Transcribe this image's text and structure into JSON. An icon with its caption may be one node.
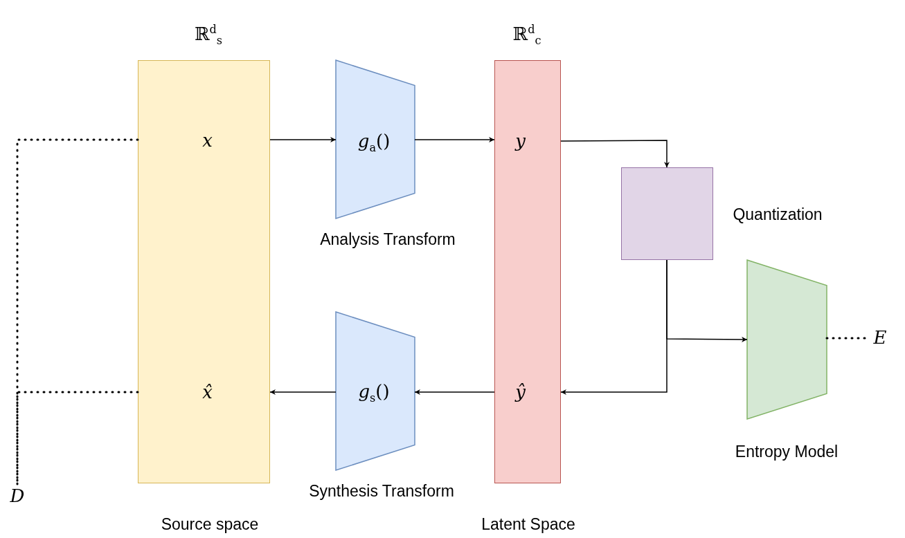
{
  "diagram": {
    "nodes": [
      {
        "text": [
          "ℝ$^{d}$$_{s}$",
          "Source space"
        ]
      },
      {
        "text": [
          "*x*"
        ],
        "in": 0
      },
      {
        "text": [
          "*x̂*"
        ],
        "in": 0
      },
      {
        "text": [
          "*g*$_{a}$()",
          "Analysis Transform"
        ]
      },
      {
        "text": [
          "*g*$_{s}$()",
          "Synthesis Transform"
        ]
      },
      {
        "text": [
          "ℝ$^{d}$$_{c}$",
          "Latent Space"
        ]
      },
      {
        "text": [
          "*y*"
        ],
        "in": 5
      },
      {
        "text": [
          "*ŷ*"
        ],
        "in": 5
      },
      {
        "text": [],
        "shape": "box",
        "beside": [
          "Quantization"
        ]
      },
      {
        "text": [],
        "shape": "trapezoid",
        "beside": [
          "Entropy Model"
        ]
      },
      {
        "text": [
          "D"
        ]
      },
      {
        "text": [
          "E"
        ]
      }
    ],
    "edges": [
      {
        "from": 1,
        "to": 3,
        "arrow": "to"
      },
      {
        "from": 3,
        "to": 6,
        "arrow": "to"
      },
      {
        "from": 6,
        "to": 8,
        "arrow": "to"
      },
      {
        "from": 8,
        "to": 7,
        "arrow": "to"
      },
      {
        "from": 8,
        "to": 9,
        "arrow": "to"
      },
      {
        "from": 7,
        "to": 4,
        "arrow": "to"
      },
      {
        "from": 4,
        "to": 0,
        "arrow": "to"
      },
      {
        "from": 0,
        "to": 10,
        "arrow": "none",
        "style": "dashed"
      },
      {
        "from": 0,
        "to": 10,
        "arrow": "none",
        "style": "dashed"
      },
      {
        "from": 9,
        "to": 11,
        "arrow": "none",
        "style": "dashed"
      }
    ]
  }
}
